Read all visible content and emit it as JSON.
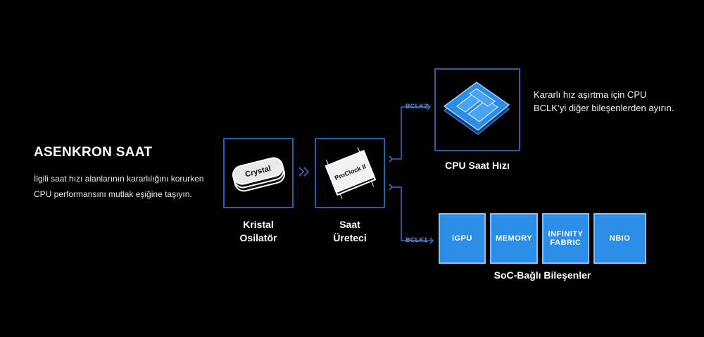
{
  "intro": {
    "title": "ASENKRON SAAT",
    "description": "İlgili saat hızı alanlarının kararlılığını korurken CPU performansını mutlak eşiğine taşıyın."
  },
  "crystal": {
    "chip_text": "Crystal",
    "label_line1": "Kristal",
    "label_line2": "Osilatör"
  },
  "clock_gen": {
    "chip_text": "ProClock II",
    "label_line1": "Saat",
    "label_line2": "Üreteci"
  },
  "links": {
    "bclk2": "BCLK2",
    "bclk1": "BCLK1"
  },
  "cpu": {
    "label": "CPU Saat Hızı",
    "note": "Kararlı hız aşırtma için CPU BCLK’yi diğer bileşenlerden ayırın."
  },
  "soc": {
    "label": "SoC-Bağlı Bileşenler",
    "items": [
      {
        "line1": "iGPU",
        "line2": ""
      },
      {
        "line1": "MEMORY",
        "line2": ""
      },
      {
        "line1": "INFINITY",
        "line2": "FABRIC"
      },
      {
        "line1": "NBIO",
        "line2": ""
      }
    ]
  },
  "colors": {
    "accent": "#1f5fb4",
    "soc_fill": "#2b8de6",
    "soc_border": "#7fc1ff",
    "bclk_text": "#4a90e2"
  },
  "icons": [
    "crystal-oscillator-icon",
    "clock-chip-icon",
    "cpu-die-icon",
    "double-chevron-icon",
    "chevron-right-icon"
  ]
}
